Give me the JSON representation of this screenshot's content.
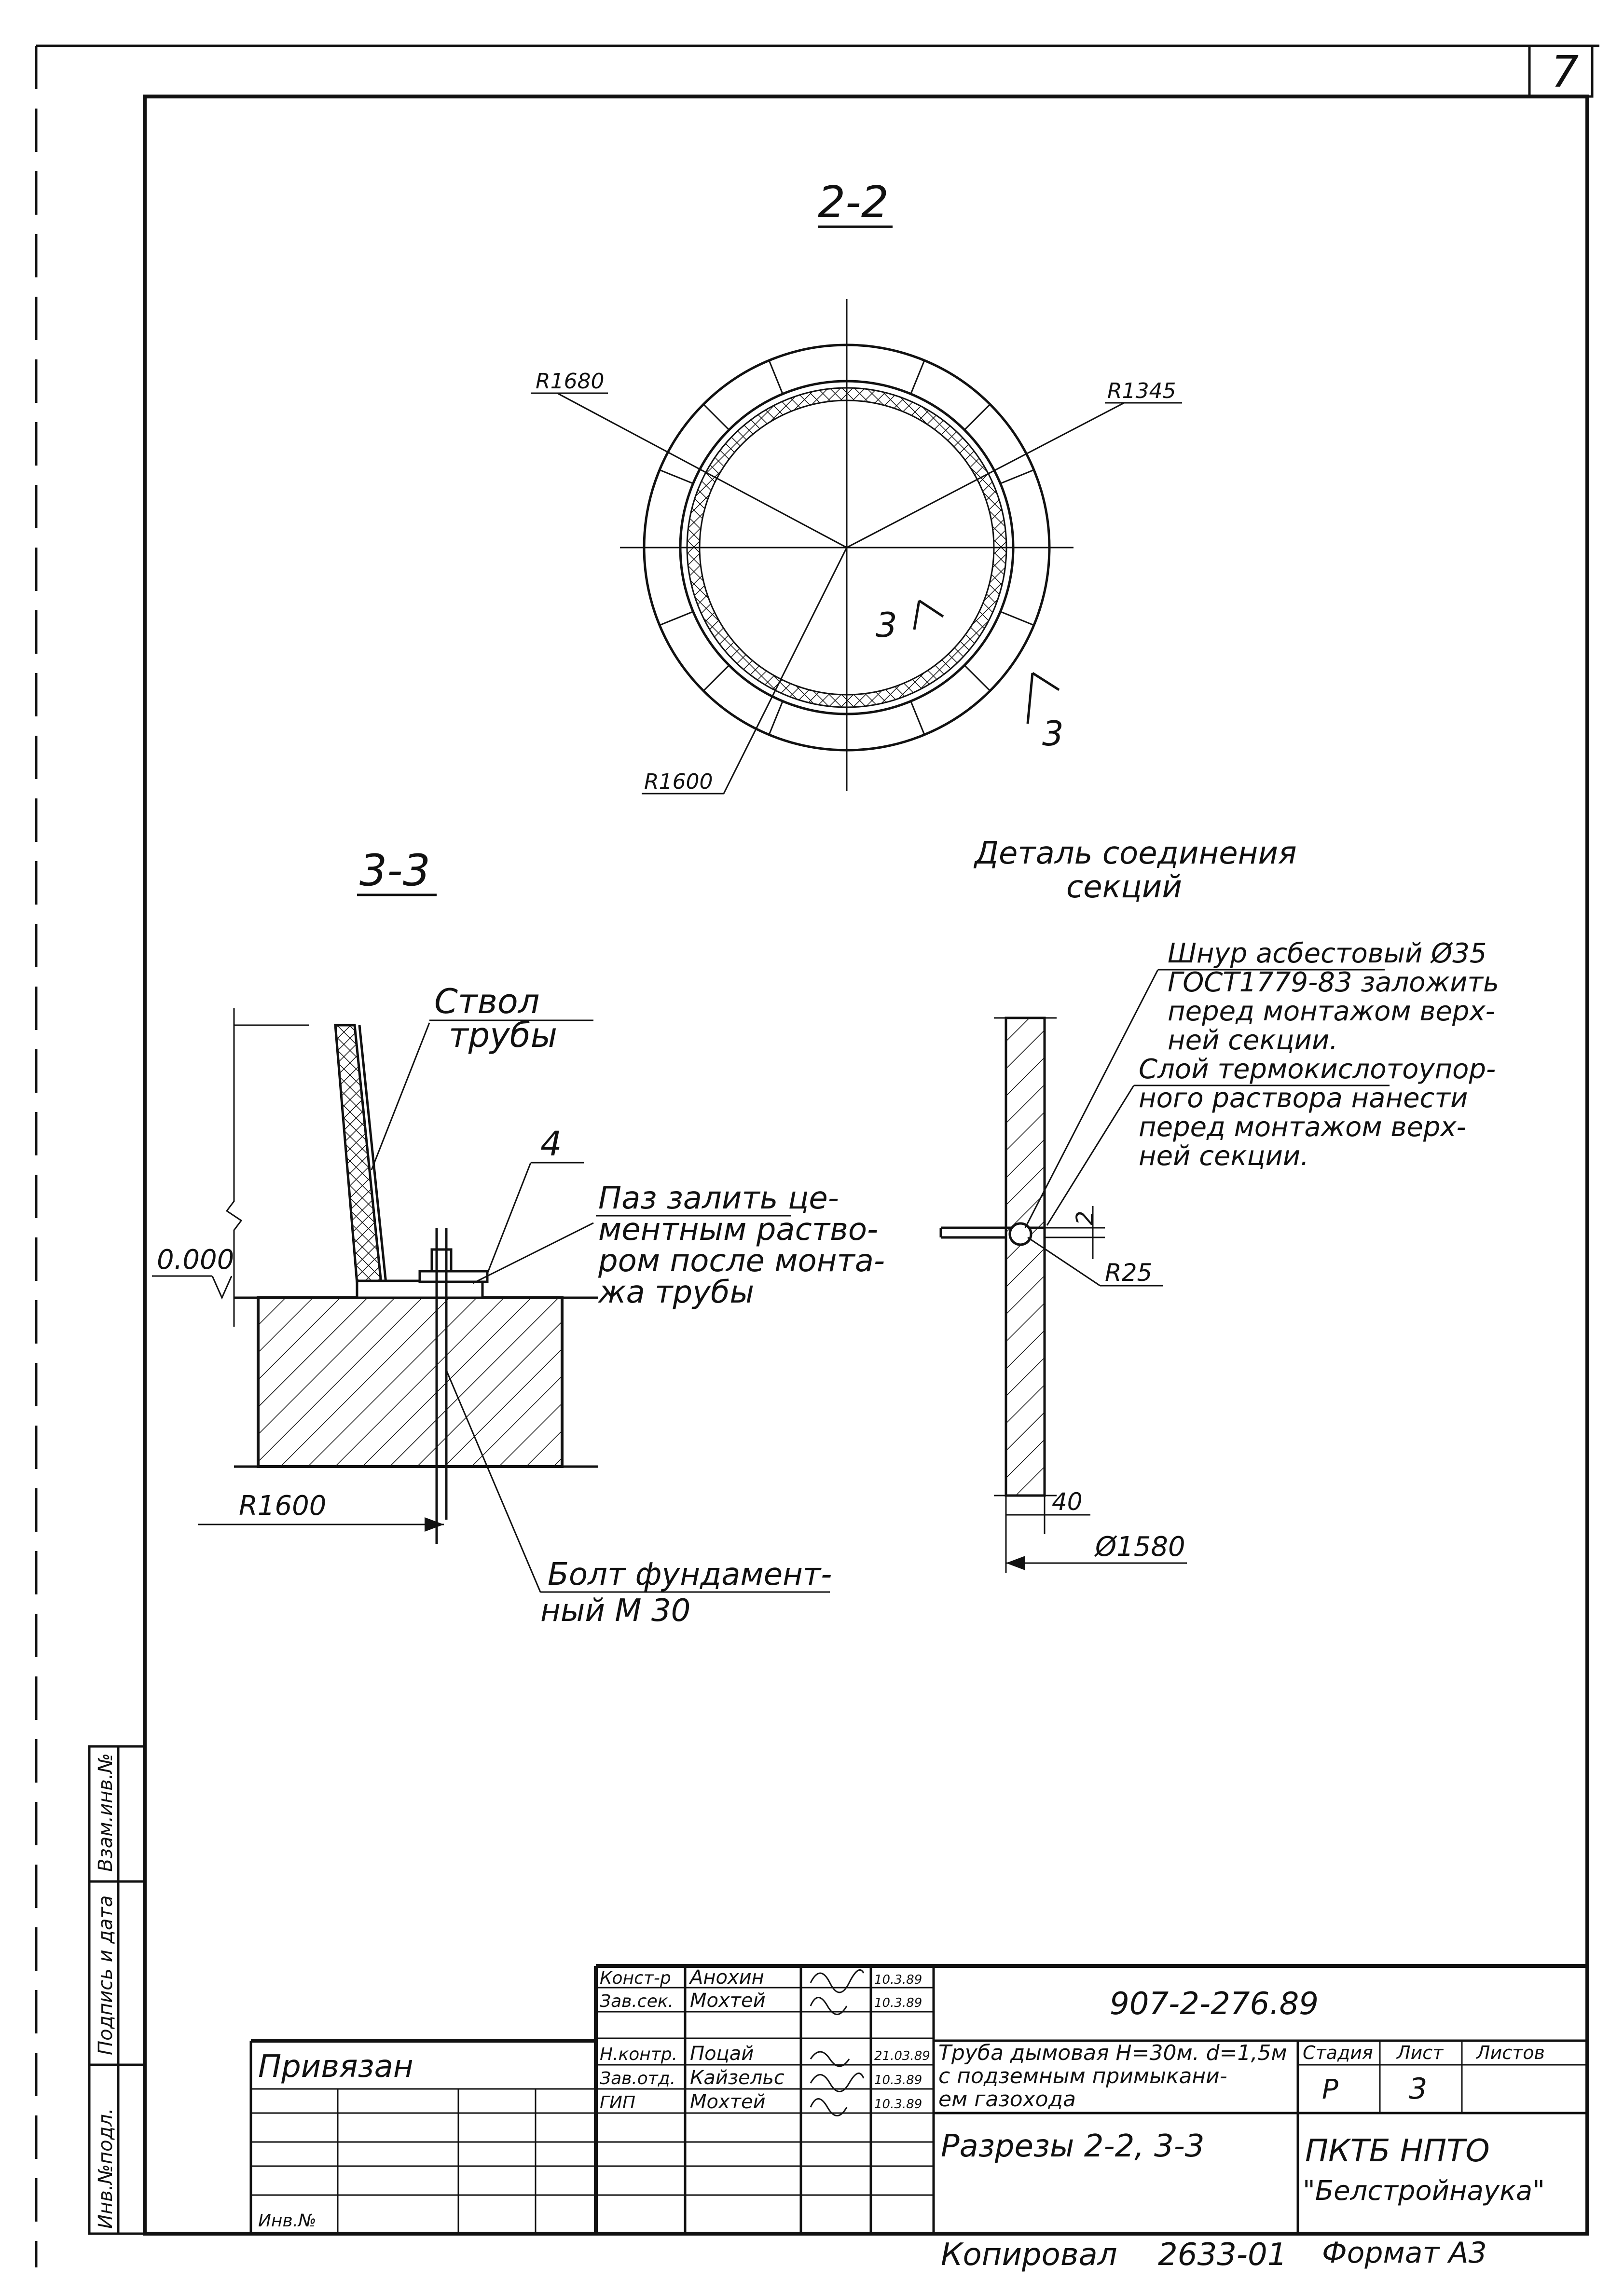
{
  "sheet": {
    "page_number": "7",
    "sections": {
      "s22": {
        "title": "2-2",
        "radius_outer": "R1680",
        "radius_inner_right": "R1345",
        "radius_bottom": "R1600",
        "cut_mark_inner": "3",
        "cut_mark_outer": "3"
      },
      "s33": {
        "title": "3-3",
        "trunk_label_1": "Ствол",
        "trunk_label_2": "трубы",
        "position_number": "4",
        "grout_note": [
          "Паз залить це-",
          "ментным раство-",
          "ром после монта-",
          "жа трубы"
        ],
        "level_mark": "0.000",
        "radius_label": "R1600",
        "bolt_label_1": "Болт фундамент-",
        "bolt_label_2": "ный М 30"
      },
      "detail": {
        "title_1": "Деталь соединения",
        "title_2": "секций",
        "cord_note": [
          "Шнур асбестовый Ø35",
          "ГОСТ1779-83 заложить",
          "перед монтажом верх-",
          "ней секции."
        ],
        "mortar_note": [
          "Слой термокислотоупор-",
          "ного раствора нанести",
          "перед монтажом верх-",
          "ней секции."
        ],
        "small_dim": "2",
        "radius_label": "R25",
        "wall_dim": "40",
        "diameter_label": "Ø1580"
      }
    },
    "side_stamp": [
      "Инв.№подл.",
      "Подпись и дата",
      "Взам.инв.№"
    ],
    "title_block": {
      "signatures": [
        {
          "role": "Конст-р",
          "name": "Анохин",
          "date": "10.3.89"
        },
        {
          "role": "Зав.сек.",
          "name": "Мохтей",
          "date": "10.3.89"
        },
        {
          "role": "Н.контр.",
          "name": "Поцай",
          "date": "21.03.89"
        },
        {
          "role": "Зав.отд.",
          "name": "Кайзельс",
          "date": "10.3.89"
        },
        {
          "role": "ГИП",
          "name": "Мохтей",
          "date": "10.3.89"
        }
      ],
      "doc_code": "907-2-276.89",
      "privyazan": "Привязан",
      "inv_no": "Инв.№",
      "object_name": [
        "Труба дымовая Н=30м. d=1,5м",
        "с подземным примыкани-",
        "ем газохода"
      ],
      "sheet_name": "Разрезы 2-2, 3-3",
      "stage_header": "Стадия",
      "sheet_header": "Лист",
      "sheets_header": "Листов",
      "stage_value": "Р",
      "sheet_value": "3",
      "org_1": "ПКТБ НПТО",
      "org_2": "\"Белстройнаука\""
    },
    "footer": {
      "copied": "Копировал",
      "copy_no": "2633-01",
      "format": "Формат А3"
    }
  }
}
